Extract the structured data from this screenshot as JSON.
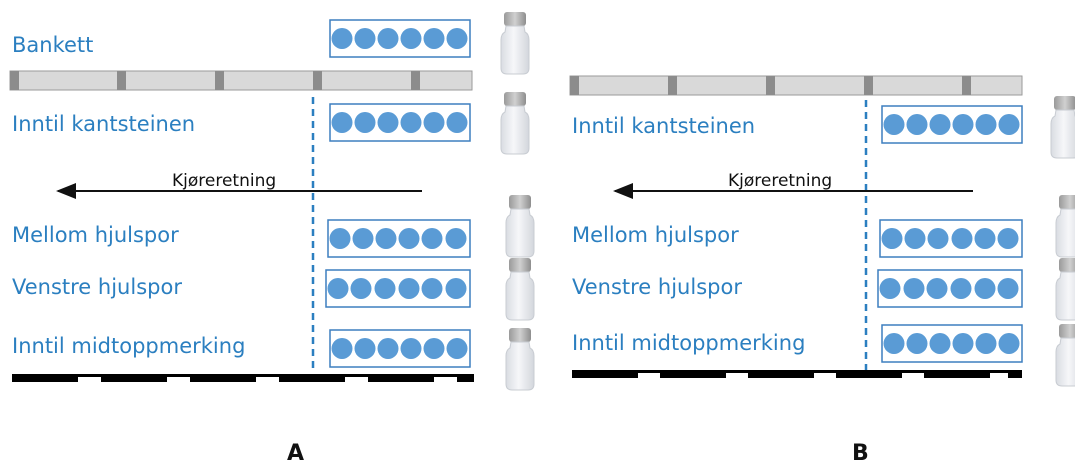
{
  "panels": [
    {
      "id": "A",
      "letter": "A",
      "has_bankett": true,
      "rows": {
        "bankett": "Bankett",
        "kantstein": "Inntil kantsteinen",
        "mellom": "Mellom hjulspor",
        "venstre": "Venstre hjulspor",
        "midtopp": "Inntil midtoppmerking"
      },
      "direction_label": "Kjøreretning",
      "samples_per_row": 6
    },
    {
      "id": "B",
      "letter": "B",
      "has_bankett": false,
      "rows": {
        "kantstein": "Inntil kantsteinen",
        "mellom": "Mellom hjulspor",
        "venstre": "Venstre hjulspor",
        "midtopp": "Inntil midtoppmerking"
      },
      "direction_label": "Kjøreretning",
      "samples_per_row": 6
    }
  ],
  "colors": {
    "label_blue": "#2b7fc0",
    "sample_dot": "#5a9bd5",
    "sample_box_border": "#3d7fbf",
    "curb_gray": "#d9d9d9",
    "curb_dark": "#8c8c8c",
    "centerline_dash": "#2b7fc0",
    "lane_marking": "#000000",
    "bottle_body": "#eceef2",
    "bottle_cap": "#b8b8b8"
  },
  "icons": {
    "sample_container": "bottle-icon",
    "sample": "circle-dot"
  }
}
